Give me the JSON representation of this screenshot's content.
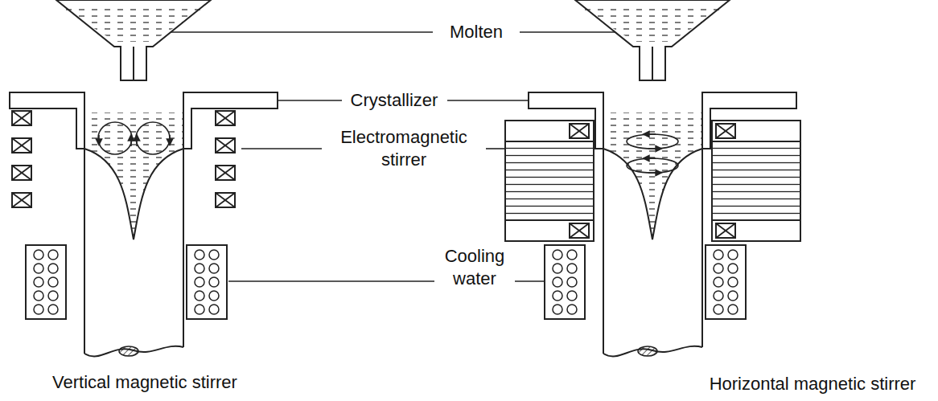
{
  "diagram": {
    "labels": [
      "Molten",
      "Crystallizer",
      "Electromagnetic stirrer",
      "Cooling water",
      "Vertical magnetic stirrer",
      "Horizontal magnetic stirrer"
    ]
  }
}
